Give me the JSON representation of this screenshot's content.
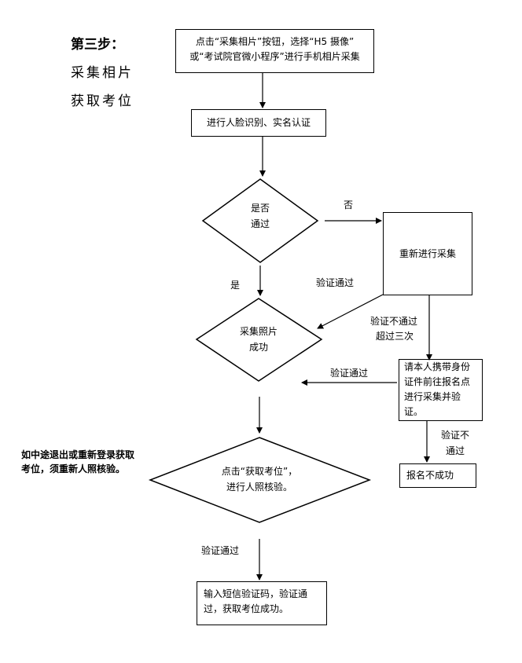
{
  "step": {
    "heading": "第三步：",
    "line1": "采集相片",
    "line2": "获取考位"
  },
  "note": {
    "line1": "如中途退出或重新登录获取",
    "line2": "考位，须重新人照核验。"
  },
  "nodes": {
    "start": {
      "line1": "点击“采集相片”按钮，选择“H5 摄像”",
      "line2": "或“考试院官微小程序”进行手机相片采集"
    },
    "face": {
      "label": "进行人脸识别、实名认证"
    },
    "pass_check": {
      "line1": "是否",
      "line2": "通过"
    },
    "recollect": {
      "label": "重新进行采集"
    },
    "photo_ok": {
      "line1": "采集照片",
      "line2": "成功"
    },
    "in_person": {
      "line1": "请本人携带身份",
      "line2": "证件前往报名点",
      "line3": "进行采集并验",
      "line4": "证。"
    },
    "fail": {
      "label": "报名不成功"
    },
    "get_seat": {
      "line1": "点击“获取考位”，",
      "line2": "进行人照核验。"
    },
    "sms": {
      "line1": "输入短信验证码，验证通",
      "line2": "过，获取考位成功。"
    }
  },
  "edges": {
    "no": "否",
    "yes": "是",
    "verify_pass_1": "验证通过",
    "verify_fail_3_line1": "验证不通过",
    "verify_fail_3_line2": "超过三次",
    "verify_pass_2": "验证通过",
    "verify_fail_line1": "验证不",
    "verify_fail_line2": "通过",
    "verify_pass_3": "验证通过"
  }
}
